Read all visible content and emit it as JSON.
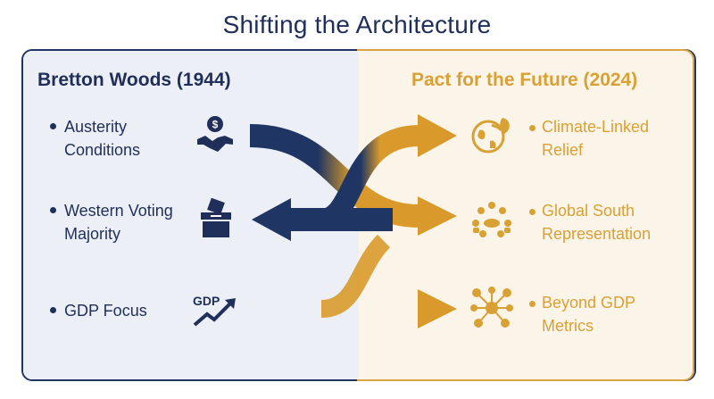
{
  "title": "Shifting the Architecture",
  "left": {
    "heading": "Bretton Woods (1944)",
    "items": [
      {
        "line1": "Austerity",
        "line2": "Conditions",
        "icon": "handshake-dollar-icon"
      },
      {
        "line1": "Western Voting",
        "line2": "Majority",
        "icon": "ballot-box-icon"
      },
      {
        "line1": "GDP Focus",
        "line2": "",
        "icon": "gdp-growth-icon"
      }
    ],
    "icon_label": "GDP"
  },
  "right": {
    "heading": "Pact for the Future (2024)",
    "items": [
      {
        "line1": "Climate-Linked",
        "line2": "Relief",
        "icon": "globe-leaf-icon"
      },
      {
        "line1": "Global South",
        "line2": "Representation",
        "icon": "people-table-icon"
      },
      {
        "line1": "Beyond GDP",
        "line2": "Metrics",
        "icon": "network-metrics-icon"
      }
    ]
  },
  "colors": {
    "navy": "#1f2f5a",
    "gold": "#d9a034",
    "left_bg": "#eceff5",
    "right_bg": "#fbf5e9"
  }
}
